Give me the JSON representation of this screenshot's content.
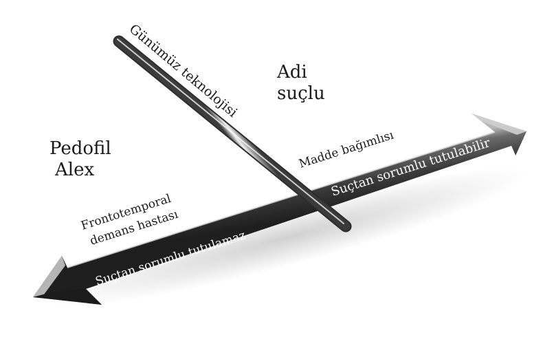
{
  "labels": {
    "top_rod": "Günümüz teknolojisi",
    "adi_line1": "Adi",
    "adi_line2": "suçlu",
    "pedofil_line1": "Pedofil",
    "pedofil_line2": "Alex",
    "madde": "Madde bağımlısı",
    "fronto_line1": "Frontotemporal",
    "fronto_line2": "demans hastası"
  },
  "arrow": {
    "right_label": "Suçtan sorumlu tutulabilir",
    "left_label": "Suçtan sorumlu tutulamaz"
  }
}
